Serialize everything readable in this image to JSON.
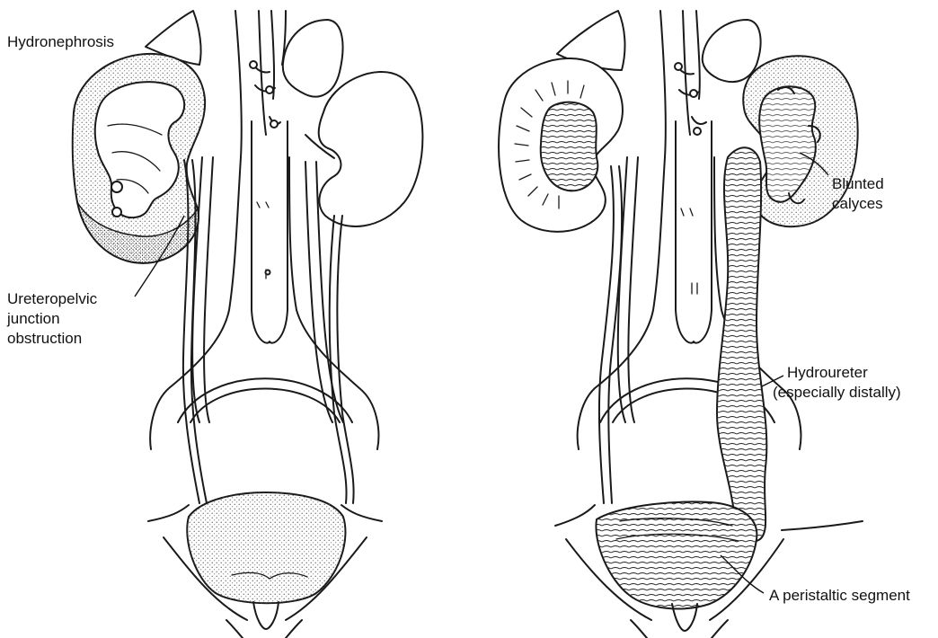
{
  "labels": {
    "hydronephrosis": "Hydronephrosis",
    "upj_line1": "Ureteropelvic",
    "upj_line2": "junction",
    "upj_line3": "obstruction",
    "blunted_line1": "Blunted",
    "blunted_line2": "calyces",
    "hydroureter_line1": "Hydroureter",
    "hydroureter_line2": "(especially distally)",
    "peristaltic": "A peristaltic segment"
  },
  "colors": {
    "ink": "#1a1a1a",
    "paper": "#ffffff",
    "stipple": "#555555"
  }
}
